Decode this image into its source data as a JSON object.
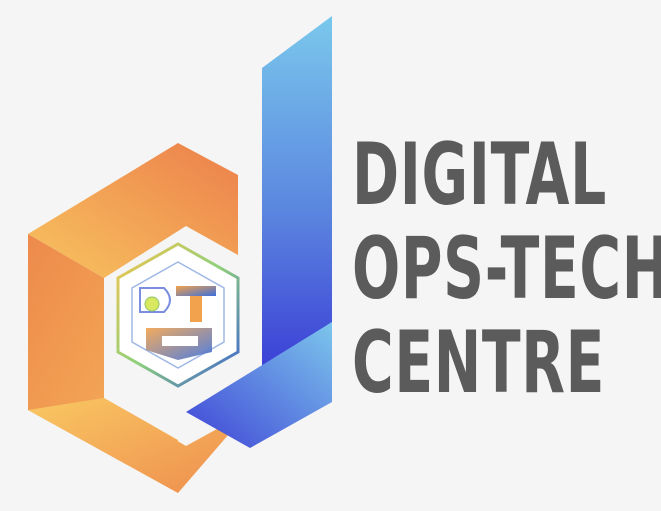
{
  "logo": {
    "icon": "digital-ops-tech-centre-logo-mark",
    "colors": {
      "orange_light": "#f8c45f",
      "orange_dark": "#ec7f4b",
      "blue_light": "#76c3ea",
      "blue_dark": "#3b3fd6",
      "text": "#5b5b5b",
      "background": "#f5f5f5"
    }
  },
  "wordmark": {
    "line1": "DIGITAL",
    "line2": "OPS-TECH",
    "line3": "CENTRE"
  }
}
